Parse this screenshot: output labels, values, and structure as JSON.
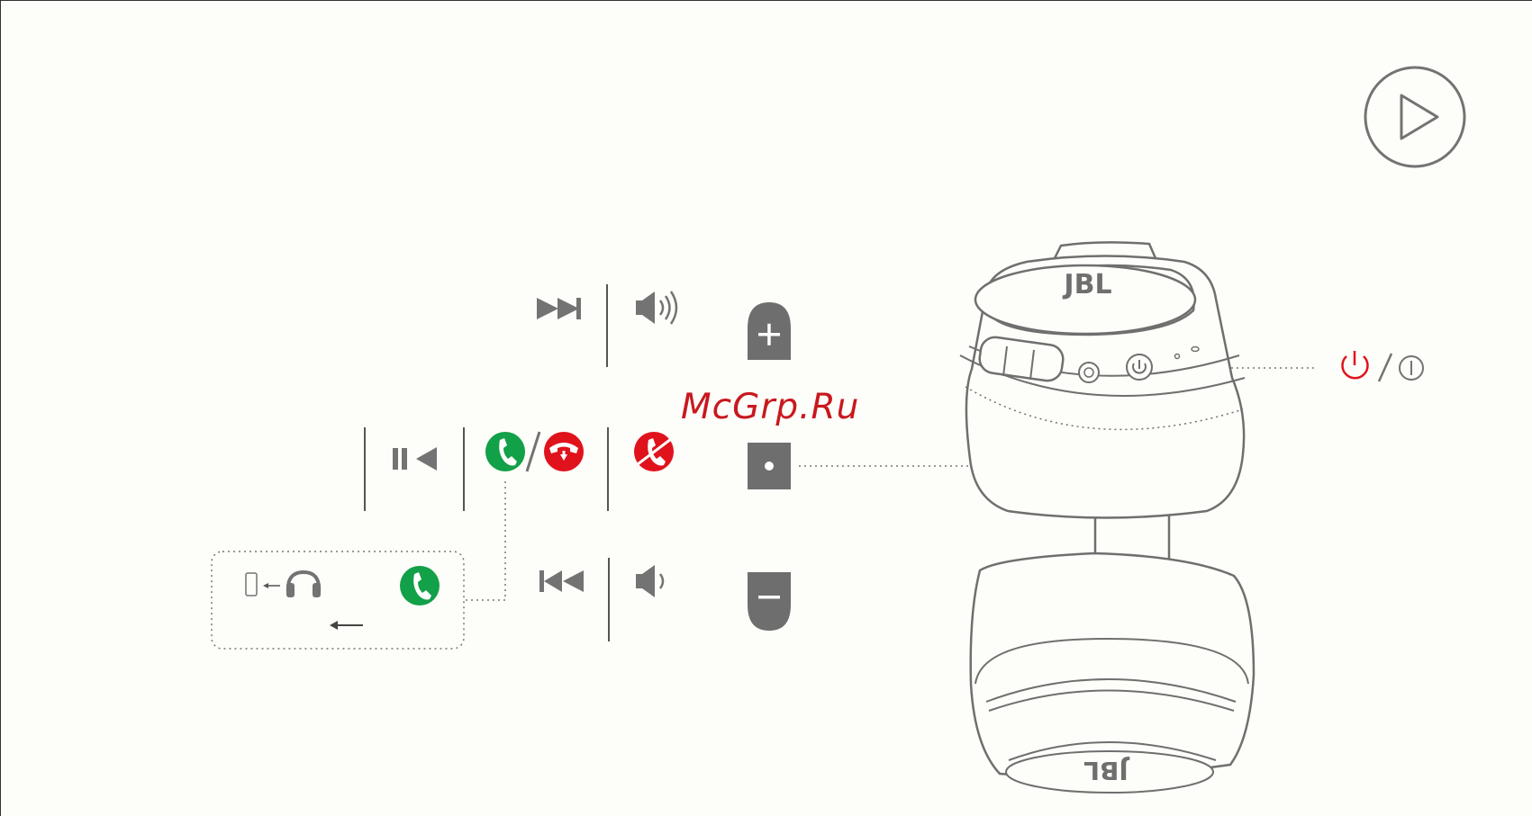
{
  "watermark": {
    "text": "McGrp.Ru"
  },
  "headphone": {
    "brand_top": "JBL",
    "brand_bottom": "JBL"
  },
  "colors": {
    "icon_gray": "#737373",
    "answer_green": "#12a048",
    "reject_red": "#e0121c",
    "power_red": "#e0121c",
    "outline": "#6f6f6f"
  },
  "icons": {
    "play_button": "play-icon",
    "next_track": "next-track-icon",
    "volume_up": "volume-up-icon",
    "plus_button": "plus-icon",
    "play_pause": "play-pause-icon",
    "answer_call": "phone-answer-icon",
    "end_call": "phone-hangup-icon",
    "reject_call": "phone-reject-icon",
    "center_button": "dot-icon",
    "prev_track": "previous-track-icon",
    "volume_down": "volume-down-icon",
    "minus_button": "minus-icon",
    "transfer_phone": "smartphone-icon",
    "transfer_headphones": "headphones-icon",
    "power_on": "power-icon",
    "power_off": "power-off-icon"
  }
}
